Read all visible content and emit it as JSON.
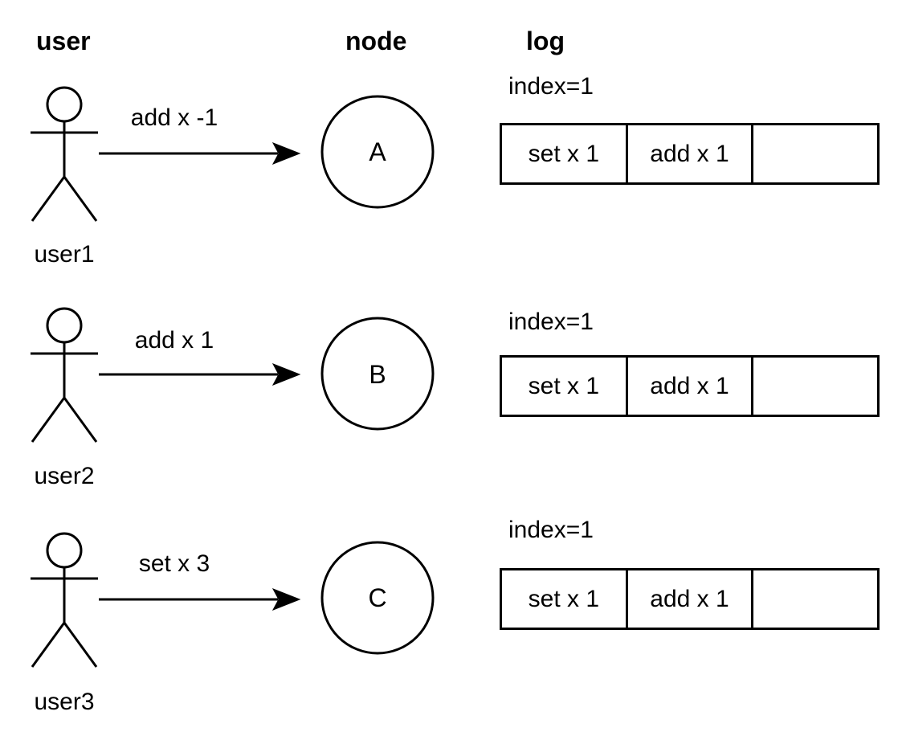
{
  "headers": {
    "user": "user",
    "node": "node",
    "log": "log"
  },
  "rows": [
    {
      "user_label": "user1",
      "message": "add x -1",
      "node_label": "A",
      "index_label": "index=1",
      "log_cells": [
        "set x 1",
        "add x 1",
        ""
      ]
    },
    {
      "user_label": "user2",
      "message": "add x 1",
      "node_label": "B",
      "index_label": "index=1",
      "log_cells": [
        "set x 1",
        "add x 1",
        ""
      ]
    },
    {
      "user_label": "user3",
      "message": "set x 3",
      "node_label": "C",
      "index_label": "index=1",
      "log_cells": [
        "set x 1",
        "add x 1",
        ""
      ]
    }
  ],
  "icons": {
    "actor": "stick-figure-icon",
    "arrow": "arrow-right-icon"
  },
  "colors": {
    "stroke": "#000000",
    "background": "#ffffff",
    "text": "#000000"
  }
}
